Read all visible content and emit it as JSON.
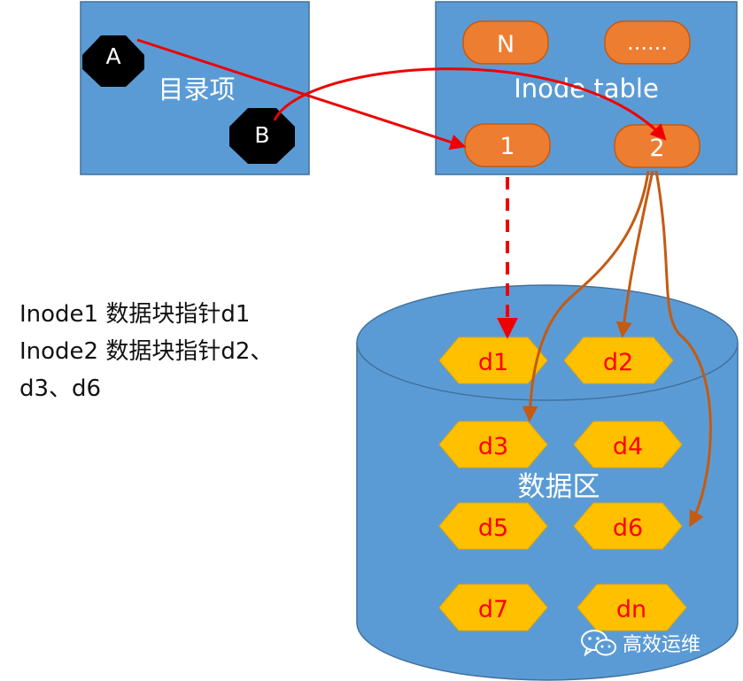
{
  "colors": {
    "box_fill": "#5b9bd5",
    "box_stroke": "#41719c",
    "inode_fill": "#ed7d31",
    "inode_stroke": "#c55a11",
    "block_fill": "#ffc000",
    "block_text": "#ff0000",
    "red_arrow": "#ee0000",
    "brown_arrow": "#c55a11",
    "octagon_fill": "#000000",
    "white": "#ffffff"
  },
  "directory": {
    "label": "目录项",
    "entries": [
      {
        "id": "a",
        "label": "A"
      },
      {
        "id": "b",
        "label": "B"
      }
    ]
  },
  "inode_table": {
    "label": "Inode table",
    "slots": [
      {
        "id": "n",
        "label": "N"
      },
      {
        "id": "more",
        "label": "......"
      },
      {
        "id": "1",
        "label": "1"
      },
      {
        "id": "2",
        "label": "2"
      }
    ]
  },
  "data_area": {
    "label": "数据区",
    "blocks": [
      {
        "id": "d1",
        "label": "d1"
      },
      {
        "id": "d2",
        "label": "d2"
      },
      {
        "id": "d3",
        "label": "d3"
      },
      {
        "id": "d4",
        "label": "d4"
      },
      {
        "id": "d5",
        "label": "d5"
      },
      {
        "id": "d6",
        "label": "d6"
      },
      {
        "id": "d7",
        "label": "d7"
      },
      {
        "id": "dn",
        "label": "dn"
      }
    ]
  },
  "note": {
    "lines": [
      "Inode1 数据块指针d1",
      "Inode2 数据块指针d2、",
      "d3、d6"
    ]
  },
  "watermark": {
    "icon": "wechat-icon",
    "text": "高效运维"
  }
}
